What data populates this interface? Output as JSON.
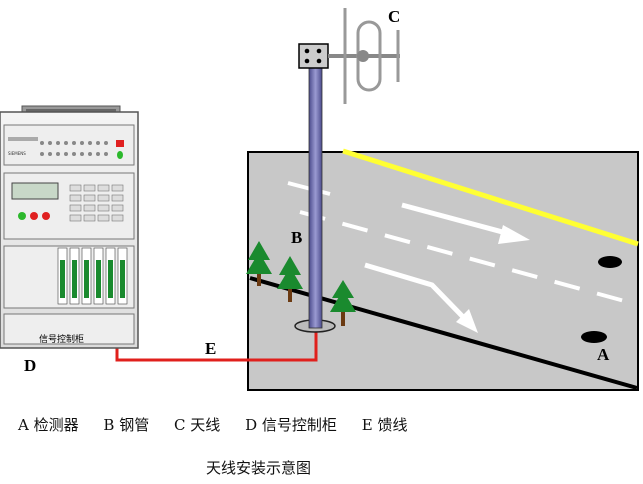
{
  "labels": {
    "detector": "A",
    "pipe": "B",
    "antenna": "C",
    "cabinet": "D",
    "feeder": "E"
  },
  "cabinet_text": "信号控制柜",
  "legend": [
    {
      "key": "A",
      "text": "检测器"
    },
    {
      "key": "B",
      "text": "钢管"
    },
    {
      "key": "C",
      "text": "天线"
    },
    {
      "key": "D",
      "text": "信号控制柜"
    },
    {
      "key": "E",
      "text": "馈线"
    }
  ],
  "caption": "天线安装示意图",
  "colors": {
    "road": "#c8c8c8",
    "edge_line": "#ffff33",
    "feeder": "#e0201c",
    "pipe": "#6f6fb0",
    "tree": "#1a8a2e"
  }
}
